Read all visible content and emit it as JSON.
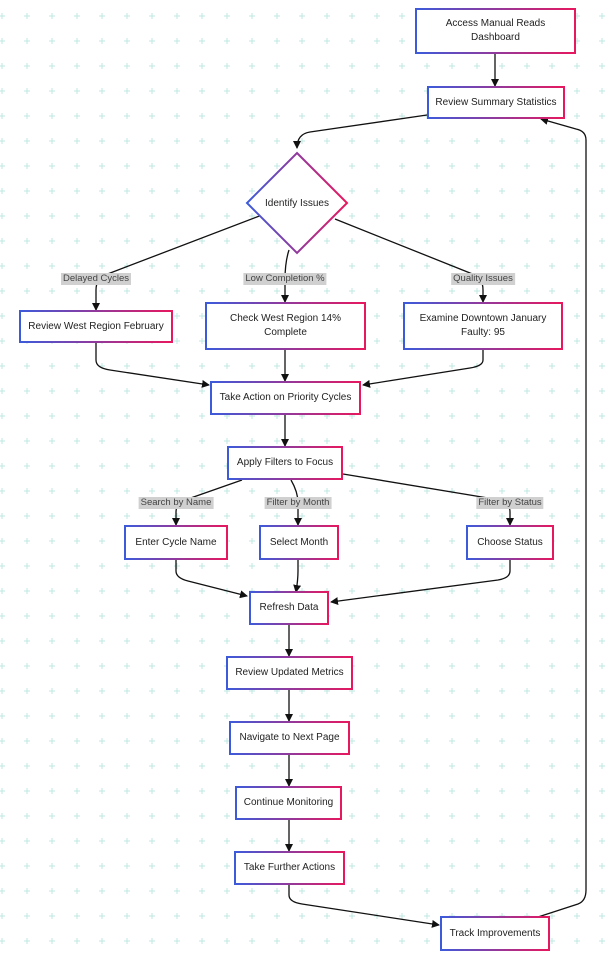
{
  "nodes": {
    "access": "Access Manual Reads Dashboard",
    "review_summary": "Review Summary Statistics",
    "identify": "Identify Issues",
    "review_west": "Review West Region February",
    "check_west": "Check West Region 14% Complete",
    "examine_downtown": "Examine Downtown January Faulty: 95",
    "take_action": "Take Action on Priority Cycles",
    "apply_filters": "Apply Filters to Focus",
    "enter_cycle": "Enter Cycle Name",
    "select_month": "Select Month",
    "choose_status": "Choose Status",
    "refresh": "Refresh Data",
    "review_updated": "Review Updated Metrics",
    "navigate_next": "Navigate to Next Page",
    "continue_monitoring": "Continue Monitoring",
    "take_further": "Take Further Actions",
    "track": "Track Improvements"
  },
  "edge_labels": {
    "delayed": "Delayed Cycles",
    "low_completion": "Low Completion %",
    "quality": "Quality Issues",
    "search_name": "Search by Name",
    "filter_month": "Filter by Month",
    "filter_status": "Filter by Status"
  },
  "colors": {
    "border_start": "#3b5bdb",
    "border_end": "#e8175d",
    "grid_plus": "#bfe8e3",
    "edge": "#111111",
    "label_bg": "#d0d0d0"
  }
}
